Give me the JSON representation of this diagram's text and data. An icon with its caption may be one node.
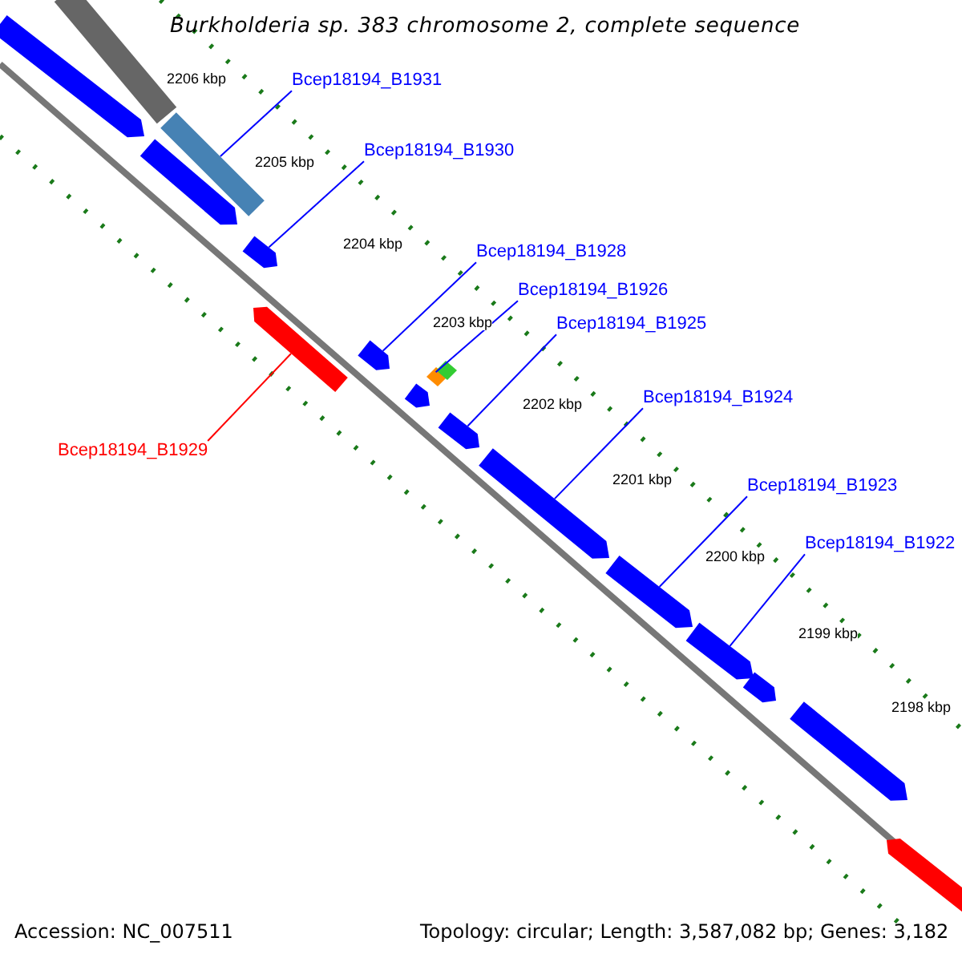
{
  "diagram": {
    "title": "Burkholderia sp. 383 chromosome 2, complete sequence",
    "nodes": [
      {
        "text": [],
        "shape": "bar"
      },
      {
        "text": [
          "Bcep18194_B1931"
        ]
      },
      {
        "text": [],
        "shape": "bar"
      },
      {
        "text": [],
        "shape": "bar"
      },
      {
        "text": [
          "Bcep18194_B1930"
        ]
      },
      {
        "text": [],
        "shape": "bar"
      },
      {
        "text": [
          "Bcep18194_B1928"
        ]
      },
      {
        "text": [],
        "shape": "bar"
      },
      {
        "text": [
          "Bcep18194_B1926"
        ]
      },
      {
        "text": [],
        "shape": "box"
      },
      {
        "text": [],
        "shape": "bar"
      },
      {
        "text": [
          "Bcep18194_B1925"
        ]
      },
      {
        "text": [],
        "shape": "bar"
      },
      {
        "text": [
          "Bcep18194_B1929"
        ]
      },
      {
        "text": [],
        "shape": "bar"
      },
      {
        "text": [
          "Bcep18194_B1924"
        ]
      },
      {
        "text": [],
        "shape": "bar"
      },
      {
        "text": [
          "Bcep18194_B1923"
        ]
      },
      {
        "text": [],
        "shape": "bar"
      },
      {
        "text": [
          "Bcep18194_B1922"
        ]
      },
      {
        "text": [],
        "shape": "bar"
      },
      {
        "text": [],
        "shape": "bar"
      },
      {
        "text": [],
        "shape": "bar"
      },
      {
        "text": [],
        "shape": "bar"
      }
    ],
    "edges": [
      {
        "from": 1,
        "to": 2,
        "arrow": "none"
      },
      {
        "from": 4,
        "to": 5,
        "arrow": "none"
      },
      {
        "from": 6,
        "to": 7,
        "arrow": "none"
      },
      {
        "from": 8,
        "to": 9,
        "arrow": "none"
      },
      {
        "from": 11,
        "to": 12,
        "arrow": "none"
      },
      {
        "from": 13,
        "to": 14,
        "arrow": "none",
        "color": "#ff0000"
      },
      {
        "from": 15,
        "to": 16,
        "arrow": "none"
      },
      {
        "from": 17,
        "to": 18,
        "arrow": "none"
      },
      {
        "from": 19,
        "to": 20,
        "arrow": "none"
      }
    ],
    "labels": [
      "2206 kbp",
      "2205 kbp",
      "2204 kbp",
      "2203 kbp",
      "2202 kbp",
      "2201 kbp",
      "2200 kbp",
      "2199 kbp",
      "2198 kbp",
      "Accession: NC_007511",
      "Topology: circular; Length: 3,587,082 bp; Genes: 3,182"
    ]
  }
}
